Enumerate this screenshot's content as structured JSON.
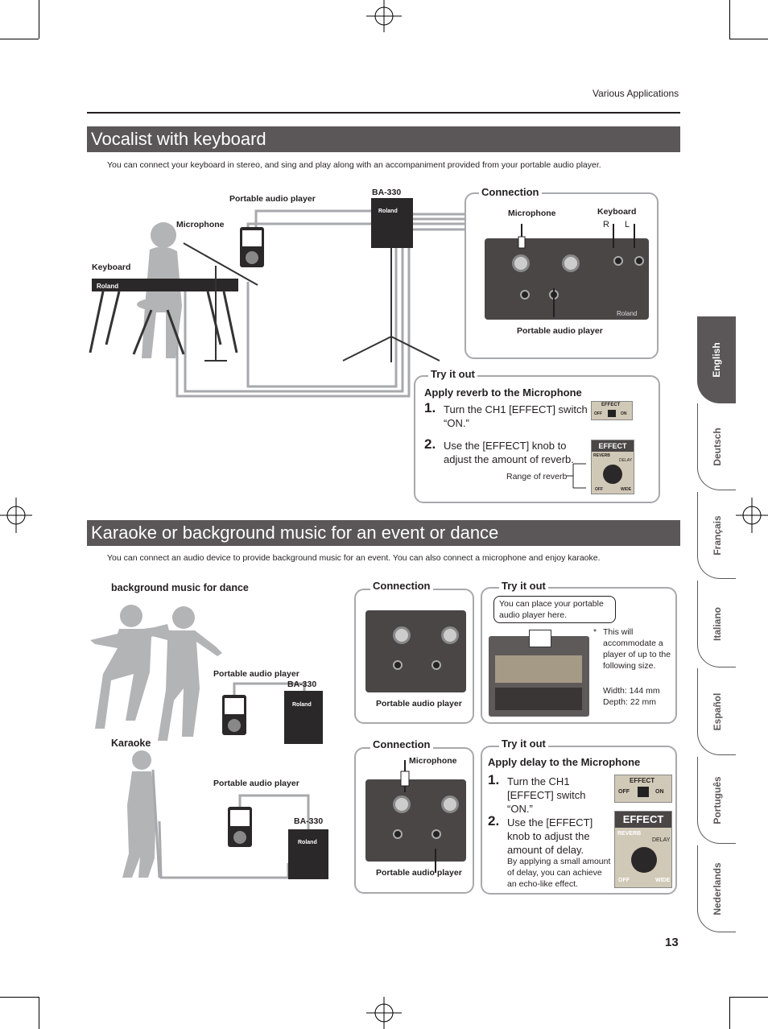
{
  "header": {
    "running_title": "Various Applications",
    "page_number": "13"
  },
  "section1": {
    "title": "Vocalist with keyboard",
    "intro": "You can connect your keyboard in stereo, and sing and play along with an accompaniment provided from your portable audio player.",
    "labels": {
      "portable_audio_player": "Portable audio player",
      "ba330": "BA-330",
      "microphone": "Microphone",
      "keyboard": "Keyboard"
    },
    "connection": {
      "title": "Connection",
      "microphone": "Microphone",
      "keyboard": "Keyboard",
      "r": "R",
      "l": "L",
      "portable_audio_player": "Portable audio player"
    },
    "try_it_out": {
      "title": "Try it out",
      "heading": "Apply reverb to the Microphone",
      "step1_num": "1.",
      "step1": "Turn the CH1 [EFFECT] switch “ON.”",
      "step2_num": "2.",
      "step2": "Use the [EFFECT] knob to adjust the amount of reverb.",
      "range_caption": "Range of reverb",
      "switch": {
        "label": "EFFECT",
        "off": "OFF",
        "on": "ON"
      },
      "knob": {
        "label": "EFFECT",
        "reverb": "REVERB",
        "delay": "DELAY",
        "off": "OFF",
        "wide": "WIDE"
      }
    }
  },
  "section2": {
    "title": "Karaoke or background music for an event or dance",
    "intro": "You can connect an audio device to provide background music for an event. You can also connect a microphone and enjoy karaoke.",
    "bgm": {
      "heading": "background music for dance",
      "portable_audio_player": "Portable audio player",
      "ba330": "BA-330",
      "connection_title": "Connection",
      "connection_caption": "Portable audio player",
      "try_title": "Try it out",
      "callout": "You can place your portable audio player here.",
      "note_mark": "*",
      "note": "This will accommodate a player of up to the following size.",
      "width": "Width: 144 mm",
      "depth": "Depth: 22 mm"
    },
    "karaoke": {
      "heading": "Karaoke",
      "portable_audio_player": "Portable audio player",
      "ba330": "BA-330",
      "connection_title": "Connection",
      "microphone": "Microphone",
      "connection_caption": "Portable audio player",
      "try_title": "Try it out",
      "apply_heading": "Apply delay to the Microphone",
      "step1_num": "1.",
      "step1": "Turn the CH1 [EFFECT] switch “ON.”",
      "step2_num": "2.",
      "step2": "Use the [EFFECT] knob to adjust the amount of delay.",
      "step2_note": "By applying a small amount of delay, you can achieve an echo-like effect.",
      "switch": {
        "label": "EFFECT",
        "off": "OFF",
        "on": "ON"
      },
      "knob": {
        "label": "EFFECT",
        "reverb": "REVERB",
        "delay": "DELAY",
        "off": "OFF",
        "wide": "WIDE"
      }
    }
  },
  "language_tabs": [
    {
      "label": "English",
      "active": true
    },
    {
      "label": "Deutsch",
      "active": false
    },
    {
      "label": "Français",
      "active": false
    },
    {
      "label": "Italiano",
      "active": false
    },
    {
      "label": "Español",
      "active": false
    },
    {
      "label": "Português",
      "active": false
    },
    {
      "label": "Nederlands",
      "active": false
    }
  ],
  "brand": {
    "logo_text": "Roland"
  },
  "colors": {
    "section_bar": "#5b5758",
    "panel_border": "#a7a9ac",
    "silhouette": "#b3b4b6",
    "cable": "#a7a9ac"
  }
}
